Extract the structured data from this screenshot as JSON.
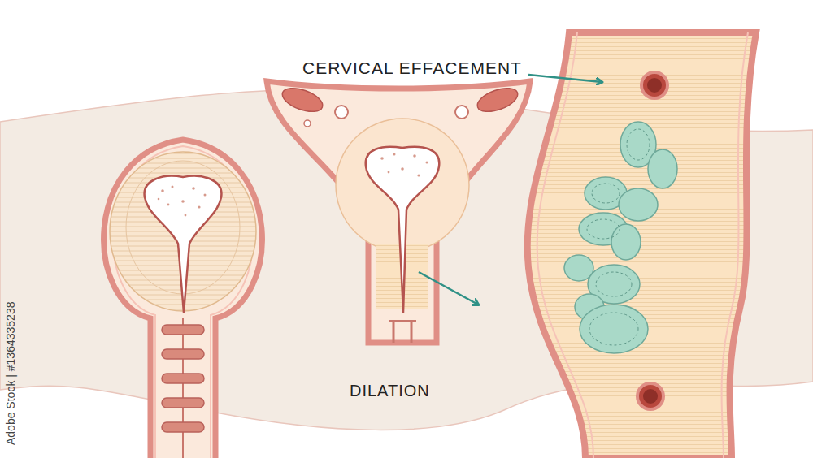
{
  "diagram": {
    "labels": [
      "CERVICAL EFFACEMENT",
      "DILATION",
      "Adobe Stock | #1364335238"
    ]
  }
}
